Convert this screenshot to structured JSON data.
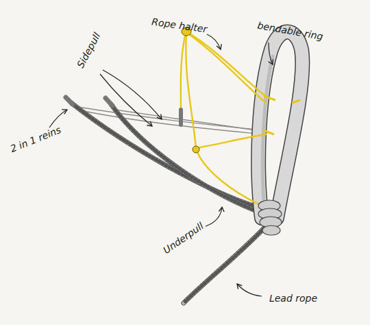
{
  "diagram": {
    "labels": [
      "Rope halter",
      "bendable ring",
      "Sidepull",
      "2 in 1 reins",
      "Underpull",
      "Lead rope"
    ]
  }
}
